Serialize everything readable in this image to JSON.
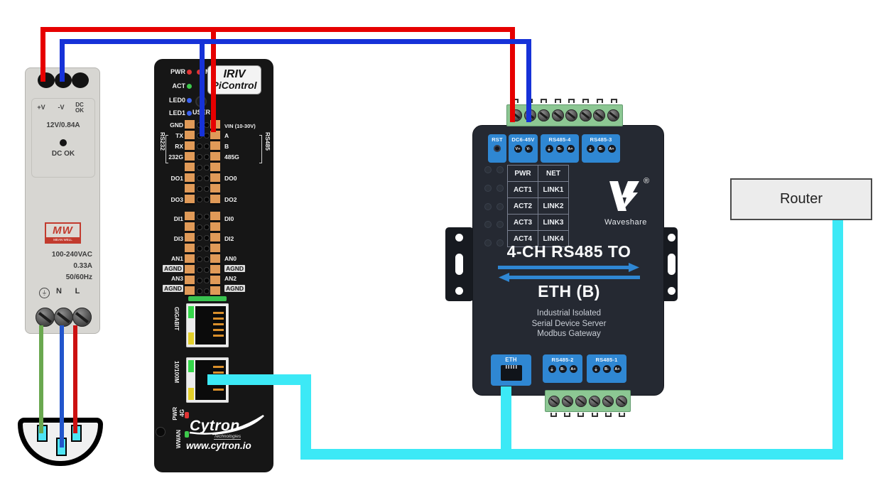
{
  "psu": {
    "terminal_labels_top": [
      "+V",
      "-V",
      "DC OK"
    ],
    "rating": "12V/0.84A",
    "dc_ok_label": "DC OK",
    "brand": "MW",
    "brand_name": "MEAN WELL",
    "specs": [
      "100-240VAC",
      "0.33A",
      "50/60Hz"
    ],
    "terminal_labels_bottom": [
      "⏚",
      "N",
      "L"
    ]
  },
  "plc": {
    "status_leds": [
      "PWR",
      "M.2",
      "ACT",
      "LED0",
      "LED1"
    ],
    "user_label": "USER",
    "model_line1": "IRIV",
    "model_line2": "PiControl",
    "group_left": "RS232",
    "group_right": "RS485",
    "io1_left": [
      "GND",
      "TX",
      "RX",
      "232G",
      "DO1",
      "DO3"
    ],
    "io1_right": [
      "VIN (10-30V)",
      "A",
      "B",
      "485G",
      "DO0",
      "DO2"
    ],
    "io2_left": [
      "DI1",
      "DI3",
      "AN1",
      "AGND",
      "AN3",
      "AGND"
    ],
    "io2_right": [
      "DI0",
      "DI2",
      "AN0",
      "AGND",
      "AN2",
      "AGND"
    ],
    "eth_ports": [
      "GIGABIT",
      "10/100M"
    ],
    "modem_labels": [
      "PWR",
      "4G",
      "WWAN"
    ],
    "brand": "Cytron",
    "brand_sub": "Technologies",
    "website": "www.cytron.io"
  },
  "gateway": {
    "rst_label": "RST",
    "power_label": "DC6-45V",
    "power_pins": [
      "V+",
      "V-"
    ],
    "rs485_4_label": "RS485-4",
    "rs485_3_label": "RS485-3",
    "rs485_2_label": "RS485-2",
    "rs485_1_label": "RS485-1",
    "eth_label": "ETH",
    "rs485_pins": [
      "⏚",
      "B-",
      "A+"
    ],
    "led_table": [
      [
        "PWR",
        "NET"
      ],
      [
        "ACT1",
        "LINK1"
      ],
      [
        "ACT2",
        "LINK2"
      ],
      [
        "ACT3",
        "LINK3"
      ],
      [
        "ACT4",
        "LINK4"
      ]
    ],
    "brand": "Waveshare",
    "registered_mark": "®",
    "title_top": "4-CH RS485 TO",
    "title_bottom": "ETH (B)",
    "subtitle_lines": [
      "Industrial Isolated",
      "Serial Device Server",
      "Modbus Gateway"
    ]
  },
  "router": {
    "label": "Router"
  },
  "colors": {
    "wire_positive": "#e60000",
    "wire_negative": "#1632d8",
    "wire_ethernet": "#3ce9f6",
    "wire_live": "#cc1111",
    "wire_neutral": "#2255cc",
    "wire_ground": "#6aa84f",
    "gateway_accent": "#2f87d3",
    "terminal_orange": "#e09a58",
    "terminal_green": "#8cc793"
  }
}
